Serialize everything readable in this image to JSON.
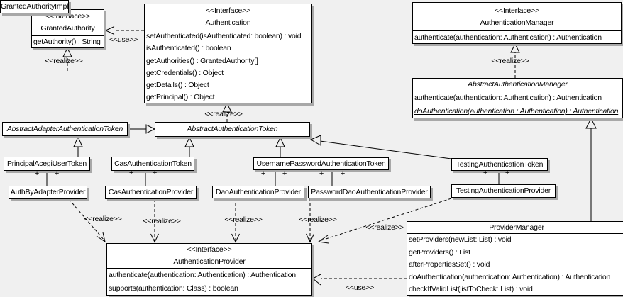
{
  "edge_labels": {
    "use": "&lt;&lt;use&gt;&gt;",
    "realize": "&lt;&lt;realize&gt;&gt;"
  },
  "association_end": "+",
  "classes": {
    "granted_authority": {
      "stereotype": "<<Interface>>",
      "name": "GrantedAuthority",
      "methods": [
        "getAuthority() : String"
      ]
    },
    "granted_authority_impl": {
      "name": "GrantedAuthorityImpl"
    },
    "authentication": {
      "stereotype": "<<Interface>>",
      "name": "Authentication",
      "methods": [
        "setAuthenticated(isAuthenticated: boolean) : void",
        "isAuthenticated() : boolean",
        "getAuthorities() : GrantedAuthority[]",
        "getCredentials() : Object",
        "getDetails() : Object",
        "getPrincipal() : Object"
      ]
    },
    "authentication_manager": {
      "stereotype": "<<Interface>>",
      "name": "AuthenticationManager",
      "methods": [
        "authenticate(authentication: Authentication) : Authentication"
      ]
    },
    "abstract_authentication_manager": {
      "name": "AbstractAuthenticationManager",
      "methods": [
        "authenticate(authentication: Authentication) : Authentication",
        "doAuthentication(authentication : Authentication) : Authentication"
      ]
    },
    "abstract_adapter_authentication_token": {
      "name": "AbstractAdapterAuthenticationToken"
    },
    "abstract_authentication_token": {
      "name": "AbstractAuthenticationToken"
    },
    "principal_acegi_user_token": {
      "name": "PrincipalAcegiUserToken"
    },
    "cas_authentication_token": {
      "name": "CasAuthenticationToken"
    },
    "username_password_authentication_token": {
      "name": "UsernamePasswordAuthenticationToken"
    },
    "testing_authentication_token": {
      "name": "TestingAuthenticationToken"
    },
    "auth_by_adapter_provider": {
      "name": "AuthByAdapterProvider"
    },
    "cas_authentication_provider": {
      "name": "CasAuthenticationProvider"
    },
    "dao_authentication_provider": {
      "name": "DaoAuthenticationProvider"
    },
    "password_dao_authentication_provider": {
      "name": "PasswordDaoAuthenticationProvider"
    },
    "testing_authentication_provider": {
      "name": "TestingAuthenticationProvider"
    },
    "authentication_provider": {
      "stereotype": "<<Interface>>",
      "name": "AuthenticationProvider",
      "methods": [
        "authenticate(authentication: Authentication) : Authentication",
        "supports(authentication: Class) : boolean"
      ]
    },
    "provider_manager": {
      "name": "ProviderManager",
      "methods": [
        "setProviders(newList: List) : void",
        "getProviders() : List",
        "afterPropertiesSet() : void",
        "doAuthentication(authentication: Authentication) : Authentication",
        "checkIfValidList(listToCheck: List) : void"
      ]
    }
  }
}
